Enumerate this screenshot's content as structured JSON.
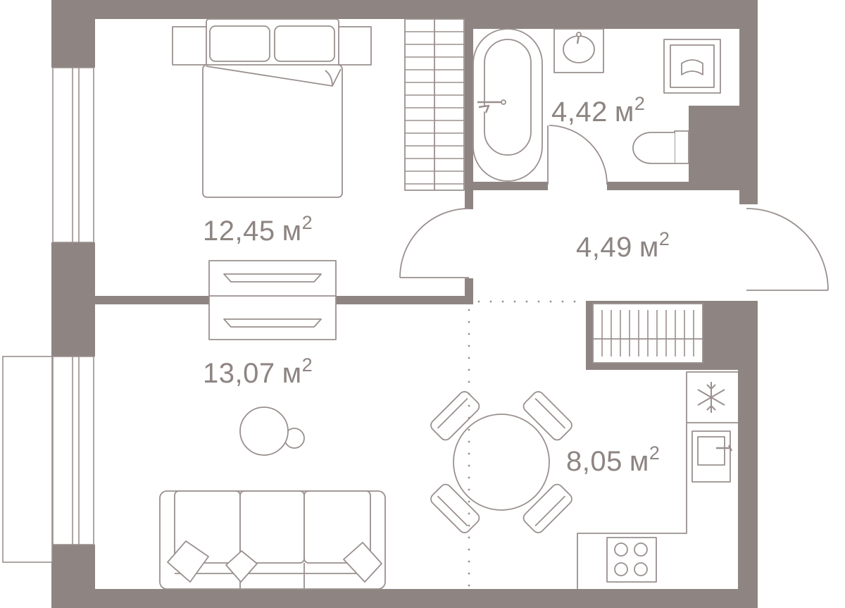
{
  "colors": {
    "wall": "#8e8582",
    "line": "#9a908e",
    "background": "#ffffff",
    "text": "#8e8582"
  },
  "rooms": [
    {
      "id": "bedroom",
      "area": "12,45",
      "unit": "м",
      "power": "2"
    },
    {
      "id": "bathroom",
      "area": "4,42",
      "unit": "м",
      "power": "2"
    },
    {
      "id": "hallway",
      "area": "4,49",
      "unit": "м",
      "power": "2"
    },
    {
      "id": "living-room",
      "area": "13,07",
      "unit": "м",
      "power": "2"
    },
    {
      "id": "kitchen",
      "area": "8,05",
      "unit": "м",
      "power": "2"
    }
  ],
  "icons": [
    "bed-icon",
    "wardrobe-icon",
    "bathtub-icon",
    "washbasin-icon",
    "washing-machine-icon",
    "toilet-icon",
    "dresser-icon",
    "shoe-rack-icon",
    "fridge-snowflake-icon",
    "kitchen-sink-icon",
    "stove-icon",
    "dining-table-icon",
    "sofa-icon",
    "coffee-table-icon"
  ]
}
